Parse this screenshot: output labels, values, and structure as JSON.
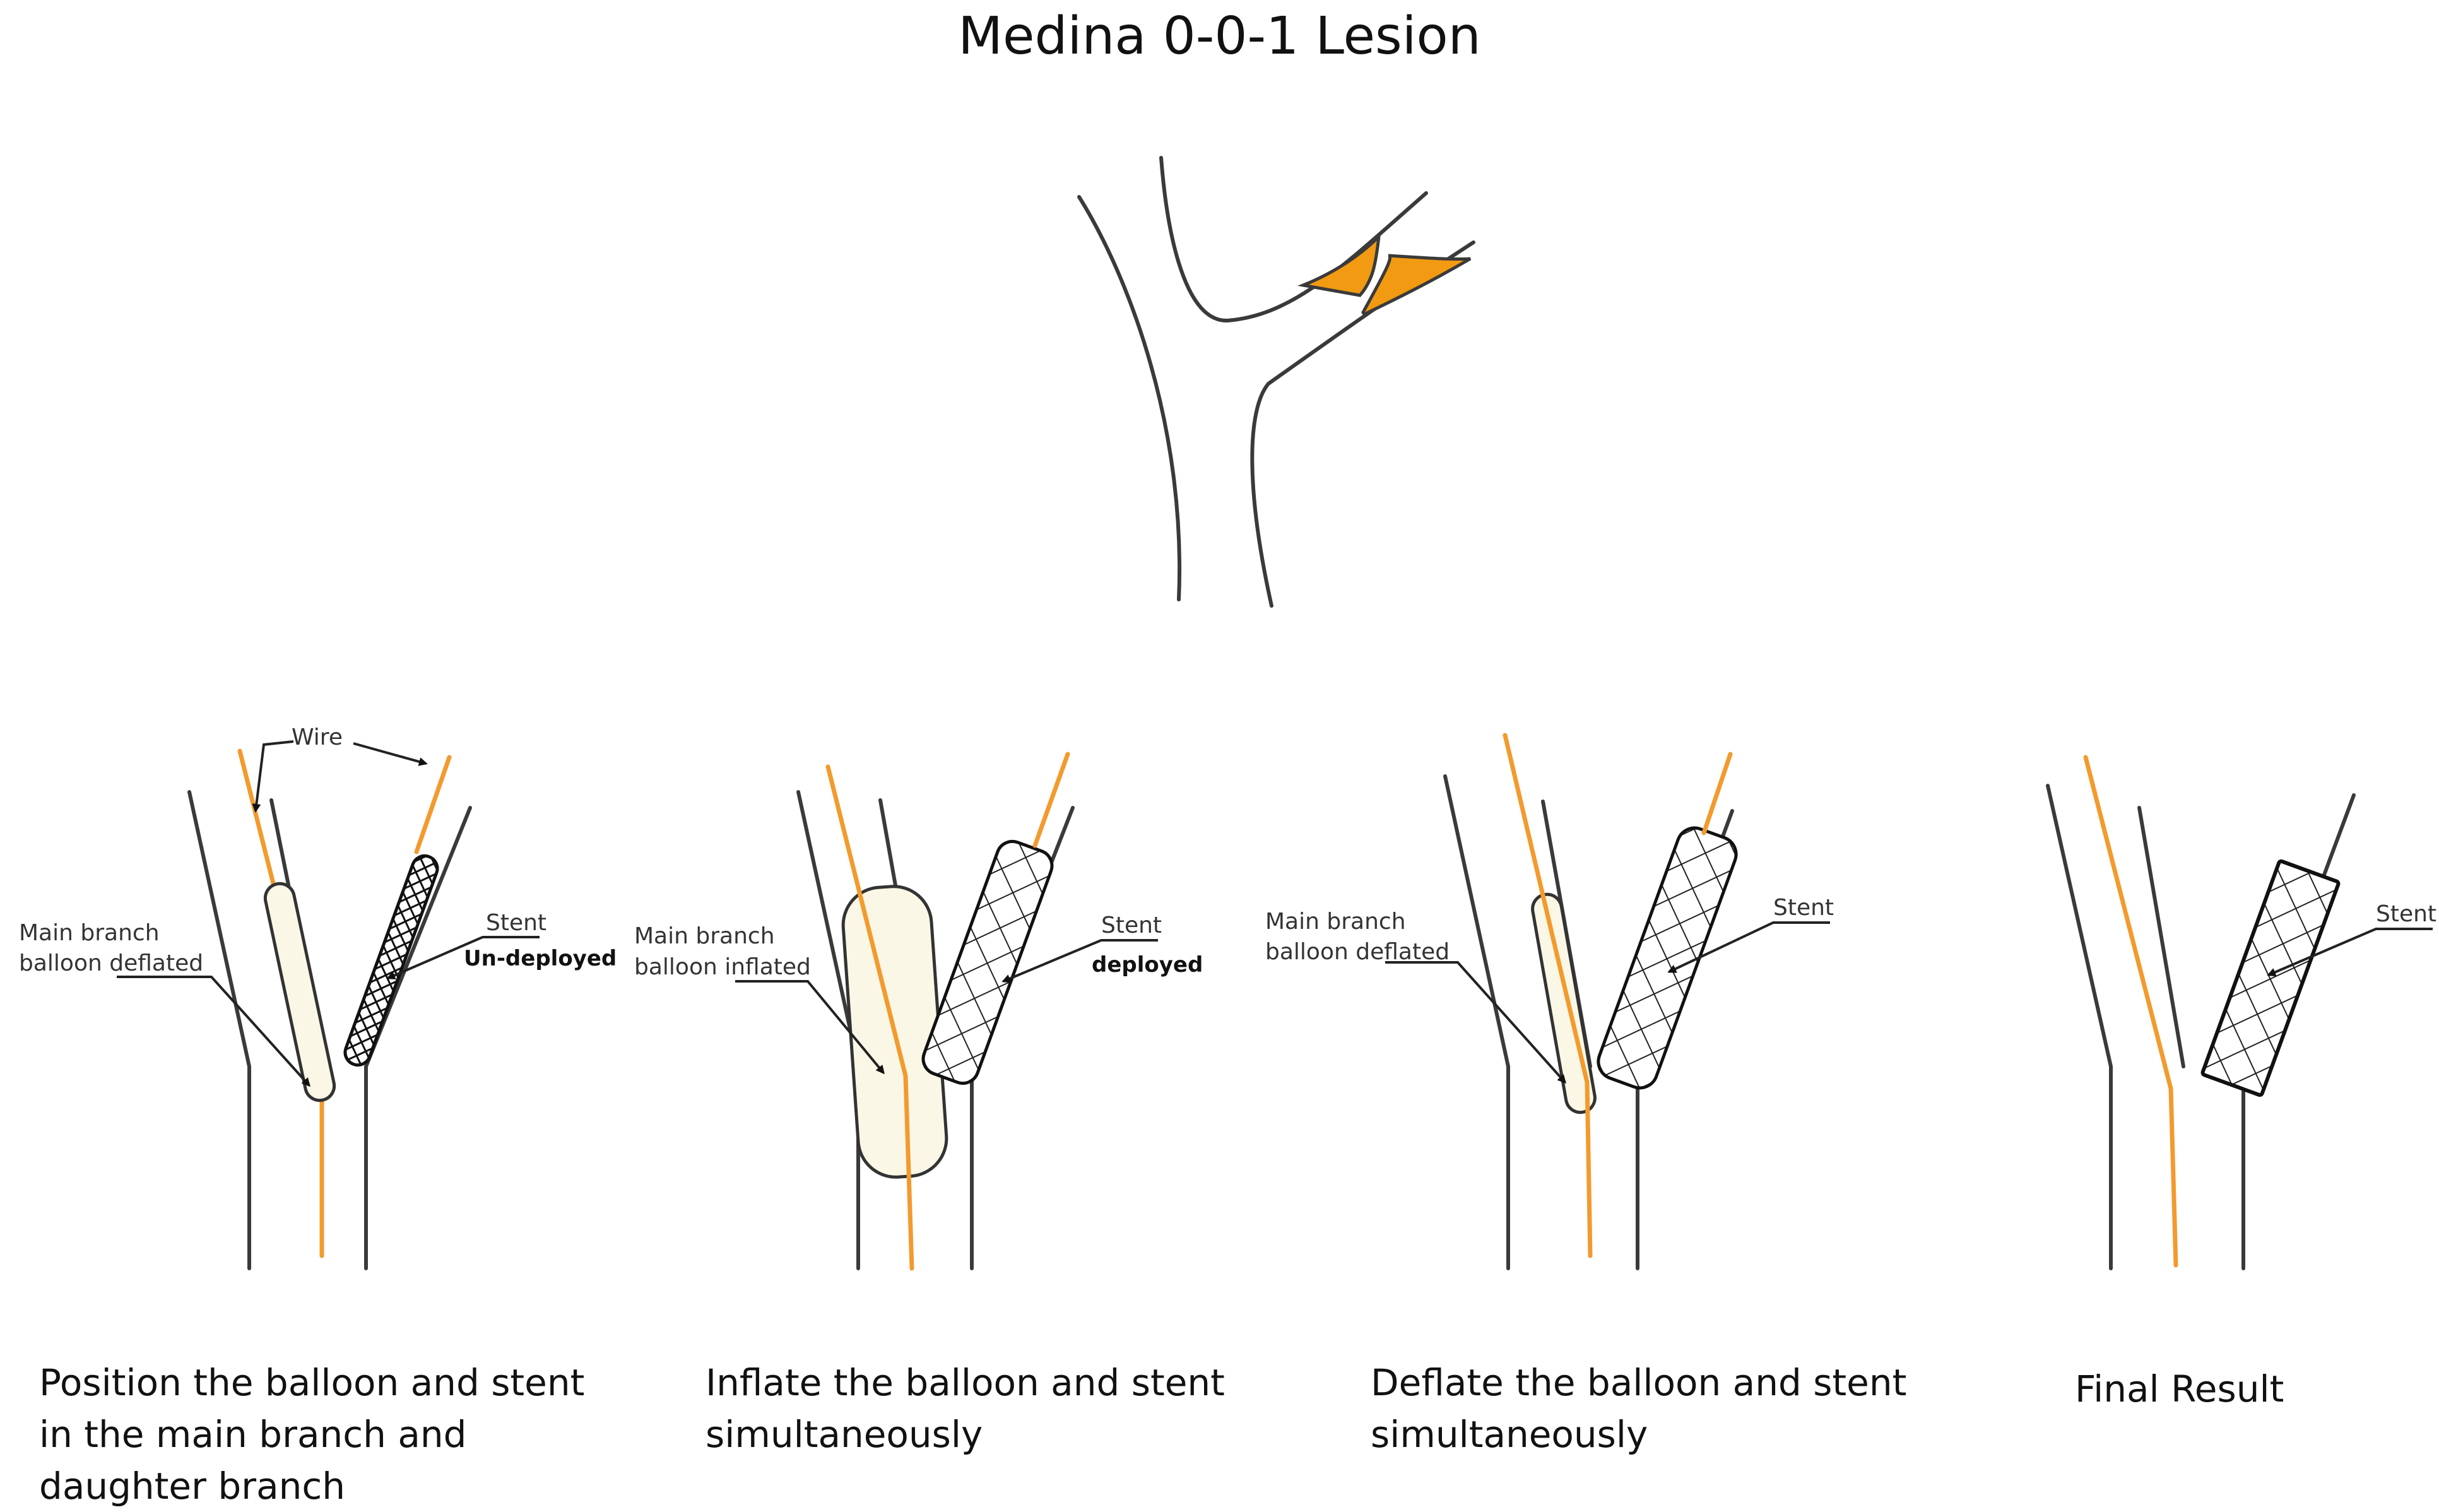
{
  "title": "Medina 0-0-1 Lesion",
  "colors": {
    "vessel": "#3a3a3a",
    "wire": "#f39a2e",
    "lesion": "#f29a12",
    "balloon": "#fbf7e6"
  },
  "panels": [
    {
      "labels": {
        "wire": "Wire",
        "balloon_line1": "Main branch",
        "balloon_line2": "balloon deflated",
        "stent": "Stent",
        "stent_state": "Un-deployed"
      },
      "caption": [
        "Position the balloon and stent",
        "in the main branch and",
        "daughter branch"
      ]
    },
    {
      "labels": {
        "balloon_line1": "Main branch",
        "balloon_line2": "balloon inflated",
        "stent": "Stent",
        "stent_state": "deployed"
      },
      "caption": [
        "Inflate the balloon and stent",
        "simultaneously"
      ]
    },
    {
      "labels": {
        "balloon_line1": "Main branch",
        "balloon_line2": "balloon deflated",
        "stent": "Stent"
      },
      "caption": [
        "Deflate the balloon and stent",
        "simultaneously"
      ]
    },
    {
      "labels": {
        "stent": "Stent"
      },
      "caption": [
        "Final Result"
      ]
    }
  ]
}
